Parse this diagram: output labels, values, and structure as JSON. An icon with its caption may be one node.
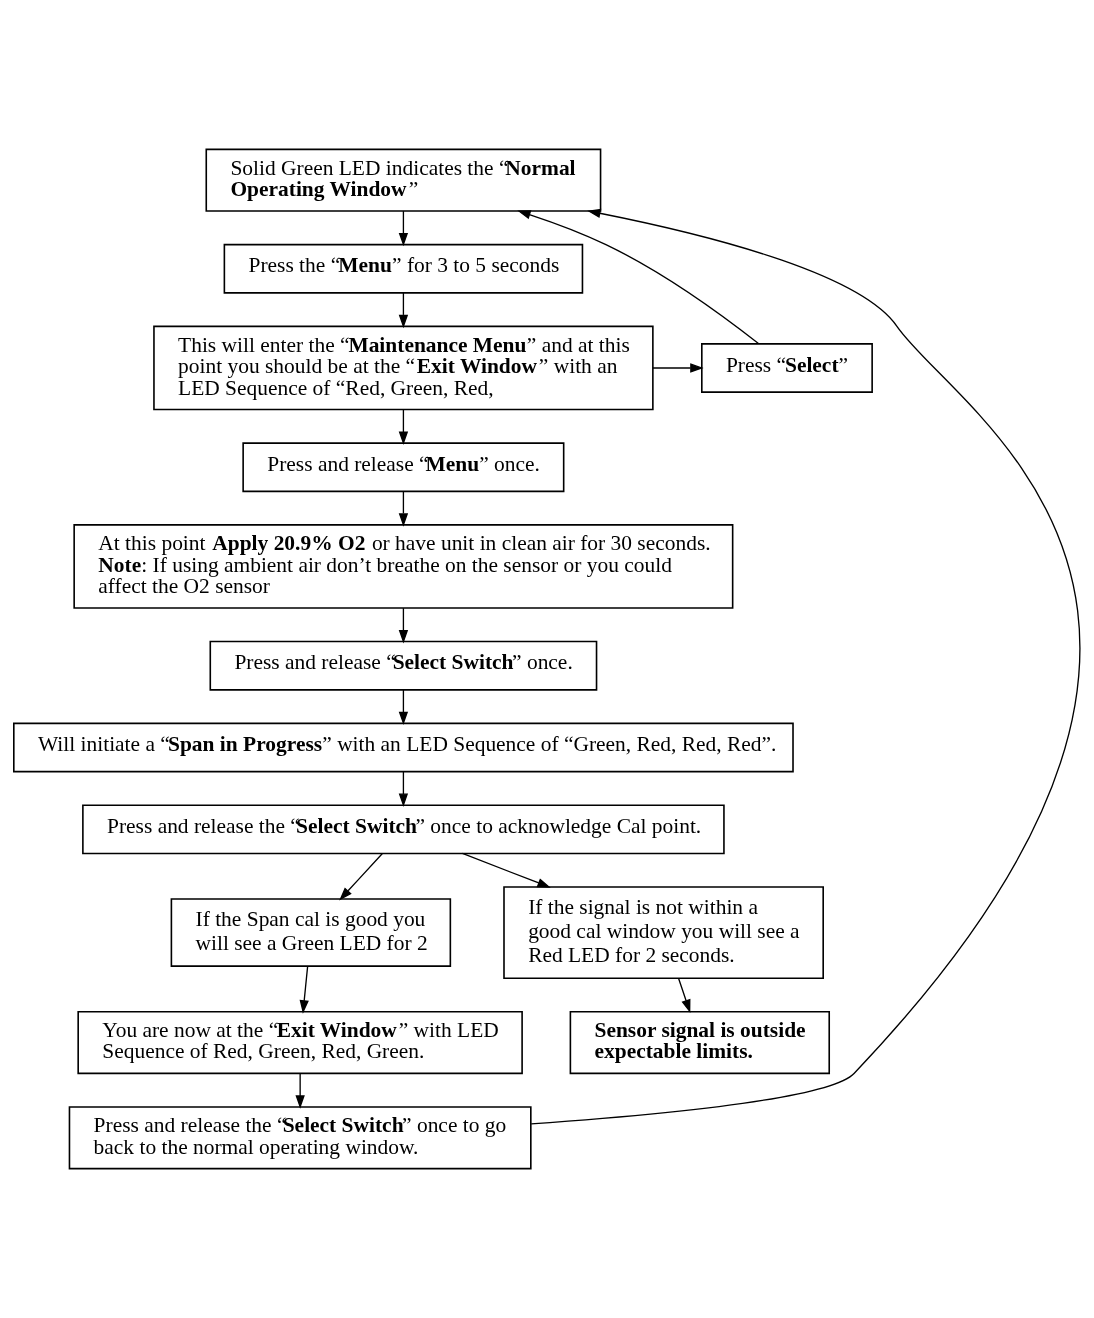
{
  "diagram": {
    "nodes": [
      {
        "text": [
          "Solid Green LED indicates the “**Normal Operating Window**”"
        ]
      },
      {
        "text": [
          "Press the “**Menu**” for 3 to 5 seconds"
        ]
      },
      {
        "text": [
          "This will enter the “**Maintenance Menu**” and at this point you should be at the “**Exit Window**” with an LED Sequence of “Red, Green, Red,"
        ]
      },
      {
        "text": [
          "Press “**Select**”"
        ]
      },
      {
        "text": [
          "Press and release “**Menu**” once."
        ]
      },
      {
        "text": [
          "At this point **Apply 20.9% O2** or have unit in clean air for 30 seconds. **Note**: If using ambient air don’t breathe on the sensor or you could affect the O2 sensor"
        ]
      },
      {
        "text": [
          "Press and release “**Select Switch**” once."
        ]
      },
      {
        "text": [
          "Will initiate a “**Span in Progress**” with an LED Sequence of “Green, Red, Red, Red”."
        ]
      },
      {
        "text": [
          "Press and release the “**Select Switch**” once to acknowledge Cal point."
        ]
      },
      {
        "text": [
          "If the Span cal is good you will see a Green LED for 2"
        ]
      },
      {
        "text": [
          "If the signal is not within a good cal window you will see a Red LED for 2 seconds."
        ]
      },
      {
        "text": [
          "You are now at the “**Exit Window**” with LED Sequence of Red, Green, Red, Green."
        ]
      },
      {
        "text": [
          "Sensor signal is outside expectable limits."
        ]
      },
      {
        "text": [
          "Press and release the “**Select Switch**” once to go back to the normal operating window."
        ]
      }
    ],
    "edges": [
      {
        "from": 0,
        "to": 1,
        "arrow": "to"
      },
      {
        "from": 1,
        "to": 2,
        "arrow": "to"
      },
      {
        "from": 2,
        "to": 3,
        "arrow": "to"
      },
      {
        "from": 3,
        "to": 0,
        "arrow": "to"
      },
      {
        "from": 2,
        "to": 4,
        "arrow": "to"
      },
      {
        "from": 4,
        "to": 5,
        "arrow": "to"
      },
      {
        "from": 5,
        "to": 6,
        "arrow": "to"
      },
      {
        "from": 6,
        "to": 7,
        "arrow": "to"
      },
      {
        "from": 7,
        "to": 8,
        "arrow": "to"
      },
      {
        "from": 8,
        "to": 9,
        "arrow": "to"
      },
      {
        "from": 8,
        "to": 10,
        "arrow": "to"
      },
      {
        "from": 9,
        "to": 11,
        "arrow": "to"
      },
      {
        "from": 10,
        "to": 12,
        "arrow": "to"
      },
      {
        "from": 11,
        "to": 13,
        "arrow": "to"
      },
      {
        "from": 13,
        "to": 0,
        "arrow": "to"
      }
    ]
  }
}
